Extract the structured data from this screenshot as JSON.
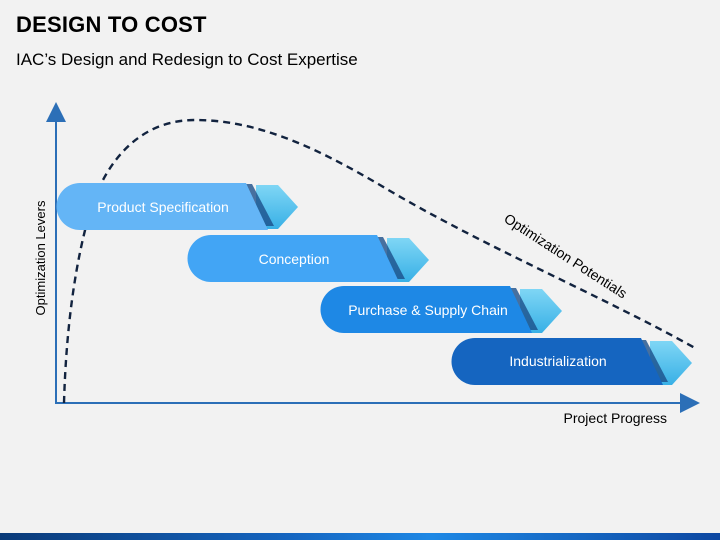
{
  "title": "DESIGN TO COST",
  "subtitle": "IAC’s Design and Redesign to Cost Expertise",
  "axes": {
    "y_label": "Optimization Levers",
    "x_label": "Project Progress"
  },
  "curve_label": "Optimization Potentials",
  "stages": [
    {
      "label": "Product Specification",
      "color": "#64b5f6"
    },
    {
      "label": "Conception",
      "color": "#42a5f5"
    },
    {
      "label": "Purchase & Supply Chain",
      "color": "#1e88e5"
    },
    {
      "label": "Industrialization",
      "color": "#1565c0"
    }
  ],
  "colors": {
    "axis": "#2c6fb7",
    "curve": "#12233f",
    "tip": "#5ec8f0",
    "fold": "#1b4f8a"
  }
}
